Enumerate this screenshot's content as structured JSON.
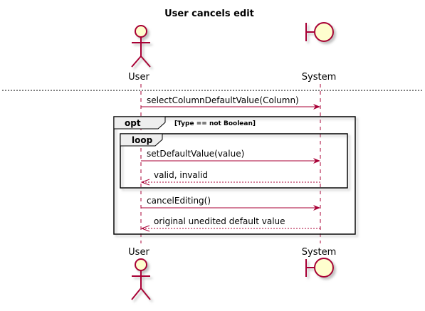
{
  "diagram": {
    "title": "User cancels edit",
    "participants": {
      "user": {
        "label": "User",
        "kind": "actor"
      },
      "system": {
        "label": "System",
        "kind": "boundary"
      }
    },
    "messages": [
      {
        "from": "user",
        "to": "system",
        "text": "selectColumnDefaultValue(Column)",
        "style": "solid"
      },
      {
        "from": "user",
        "to": "system",
        "text": "setDefaultValue(value)",
        "style": "solid"
      },
      {
        "from": "system",
        "to": "user",
        "text": "valid, invalid",
        "style": "dashed"
      },
      {
        "from": "user",
        "to": "system",
        "text": "cancelEditing()",
        "style": "solid"
      },
      {
        "from": "system",
        "to": "user",
        "text": "original unedited default value",
        "style": "dashed"
      }
    ],
    "fragments": {
      "opt": {
        "tag": "opt",
        "guard": "[Type == not Boolean]"
      },
      "loop": {
        "tag": "loop",
        "guard": ""
      }
    },
    "colors": {
      "lifeline": "#A80036",
      "participant_fill": "#FEFECE",
      "arrow": "#A80036",
      "frame_stroke": "#000000",
      "frame_tag_fill": "#EEEEEE",
      "shadow": "#CCCCCC"
    }
  }
}
